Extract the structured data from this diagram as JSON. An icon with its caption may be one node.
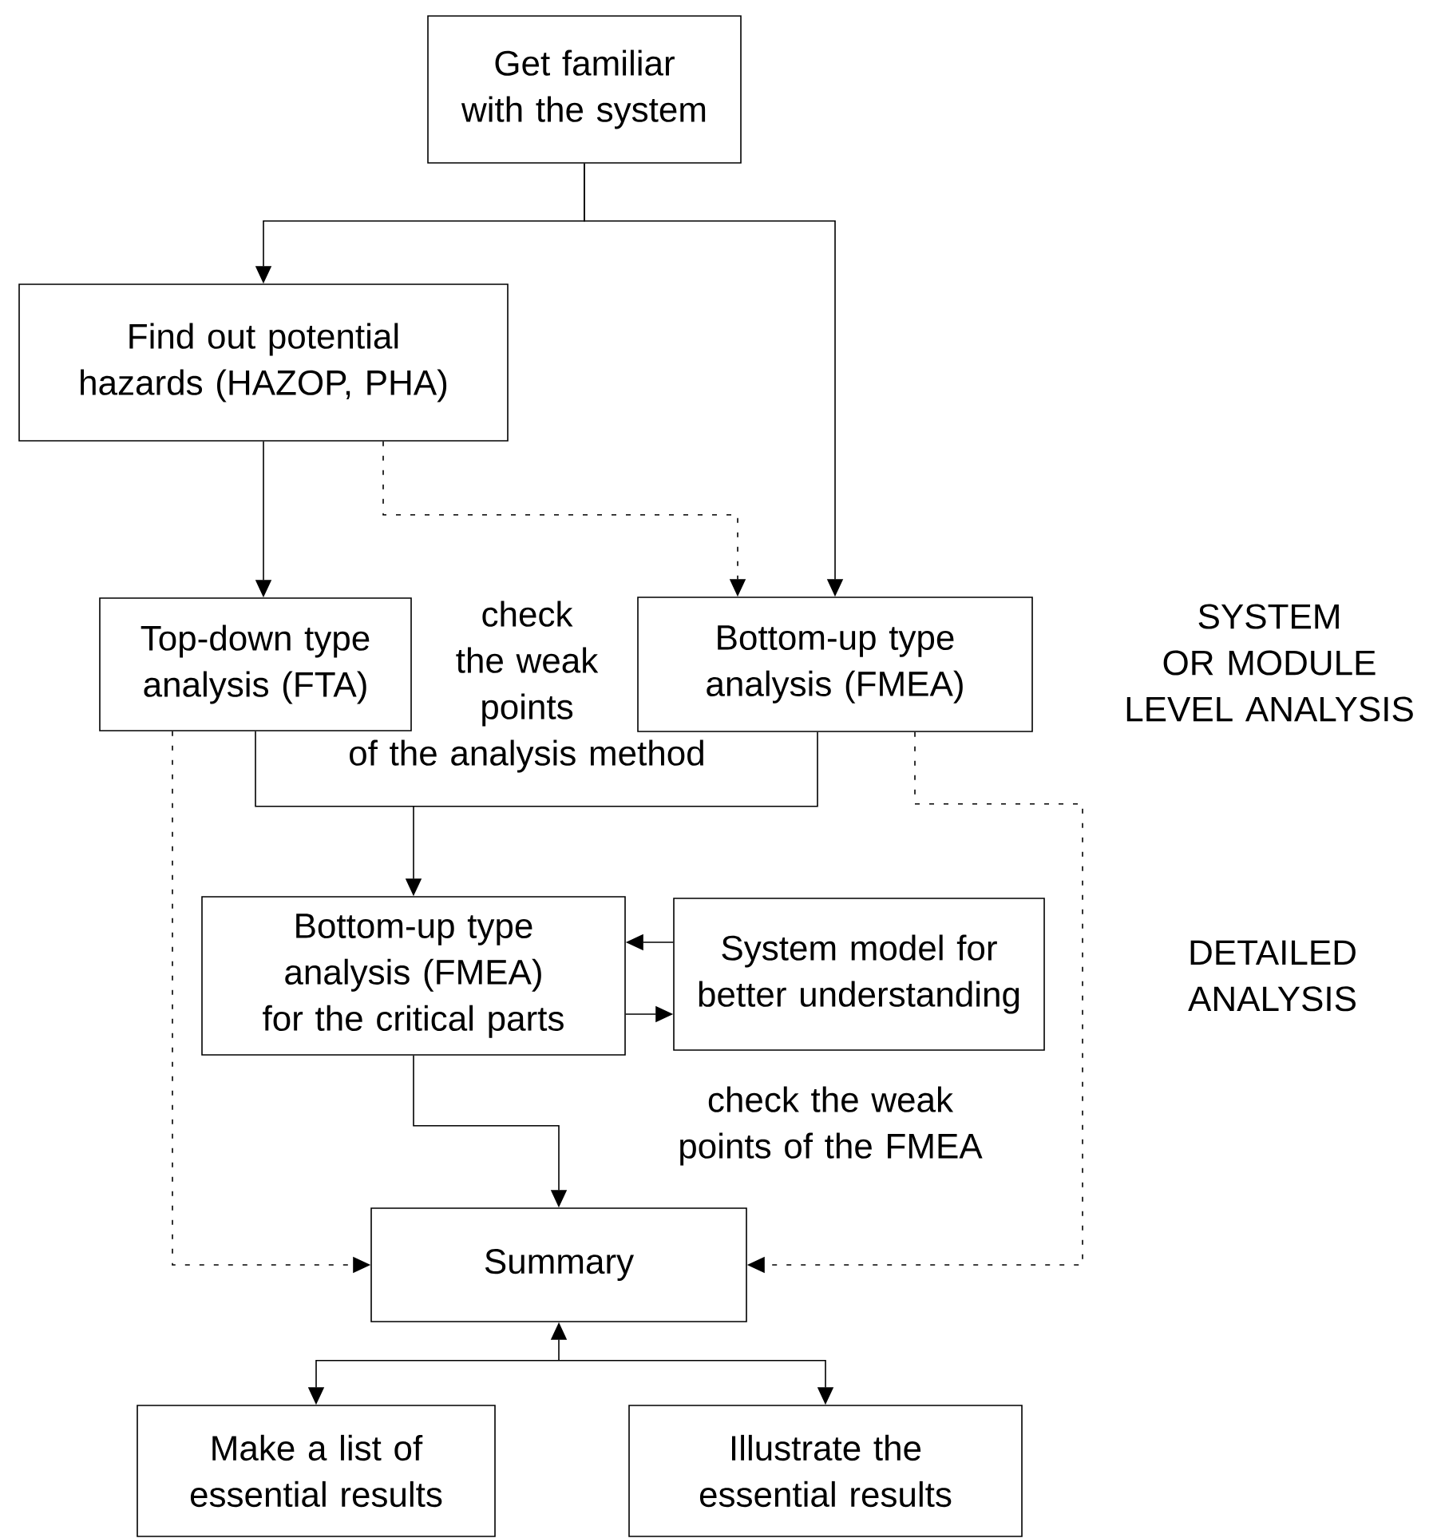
{
  "diagram": {
    "nodes": [
      {
        "text": [
          "Get familiar with the system"
        ]
      },
      {
        "text": [
          "Find out potential hazards (HAZOP, PHA)"
        ]
      },
      {
        "text": [
          "Top-down type analysis (FTA)"
        ]
      },
      {
        "text": [
          "Bottom-up type analysis (FMEA)"
        ]
      },
      {
        "text": [
          "Bottom-up type analysis (FMEA) for the critical parts"
        ]
      },
      {
        "text": [
          "System model for better understanding"
        ]
      },
      {
        "text": [
          "Summary"
        ]
      },
      {
        "text": [
          "Make a list of essential results"
        ]
      },
      {
        "text": [
          "Illustrate the essential results"
        ]
      }
    ],
    "edges": [
      {
        "from": 0,
        "to": 1,
        "arrow": "to"
      },
      {
        "from": 0,
        "to": 3,
        "arrow": "to"
      },
      {
        "from": 1,
        "to": 2,
        "arrow": "to"
      },
      {
        "from": 1,
        "to": 3,
        "arrow": "to",
        "style": "dashed"
      },
      {
        "from": 2,
        "to": 4,
        "arrow": "to"
      },
      {
        "from": 3,
        "to": 4,
        "arrow": "to"
      },
      {
        "from": 5,
        "to": 4,
        "arrow": "to"
      },
      {
        "from": 4,
        "to": 5,
        "arrow": "to"
      },
      {
        "from": 4,
        "to": 6,
        "arrow": "to"
      },
      {
        "from": 2,
        "to": 6,
        "arrow": "to",
        "style": "dashed"
      },
      {
        "from": 3,
        "to": 6,
        "arrow": "to",
        "style": "dashed"
      },
      {
        "from": 6,
        "to": 7,
        "arrow": "both"
      },
      {
        "from": 6,
        "to": 8,
        "arrow": "both"
      }
    ],
    "labels": [
      "check the weak points of the analysis method",
      "SYSTEM OR MODULE LEVEL ANALYSIS",
      "DETAILED ANALYSIS",
      "check the weak points of the FMEA"
    ]
  }
}
